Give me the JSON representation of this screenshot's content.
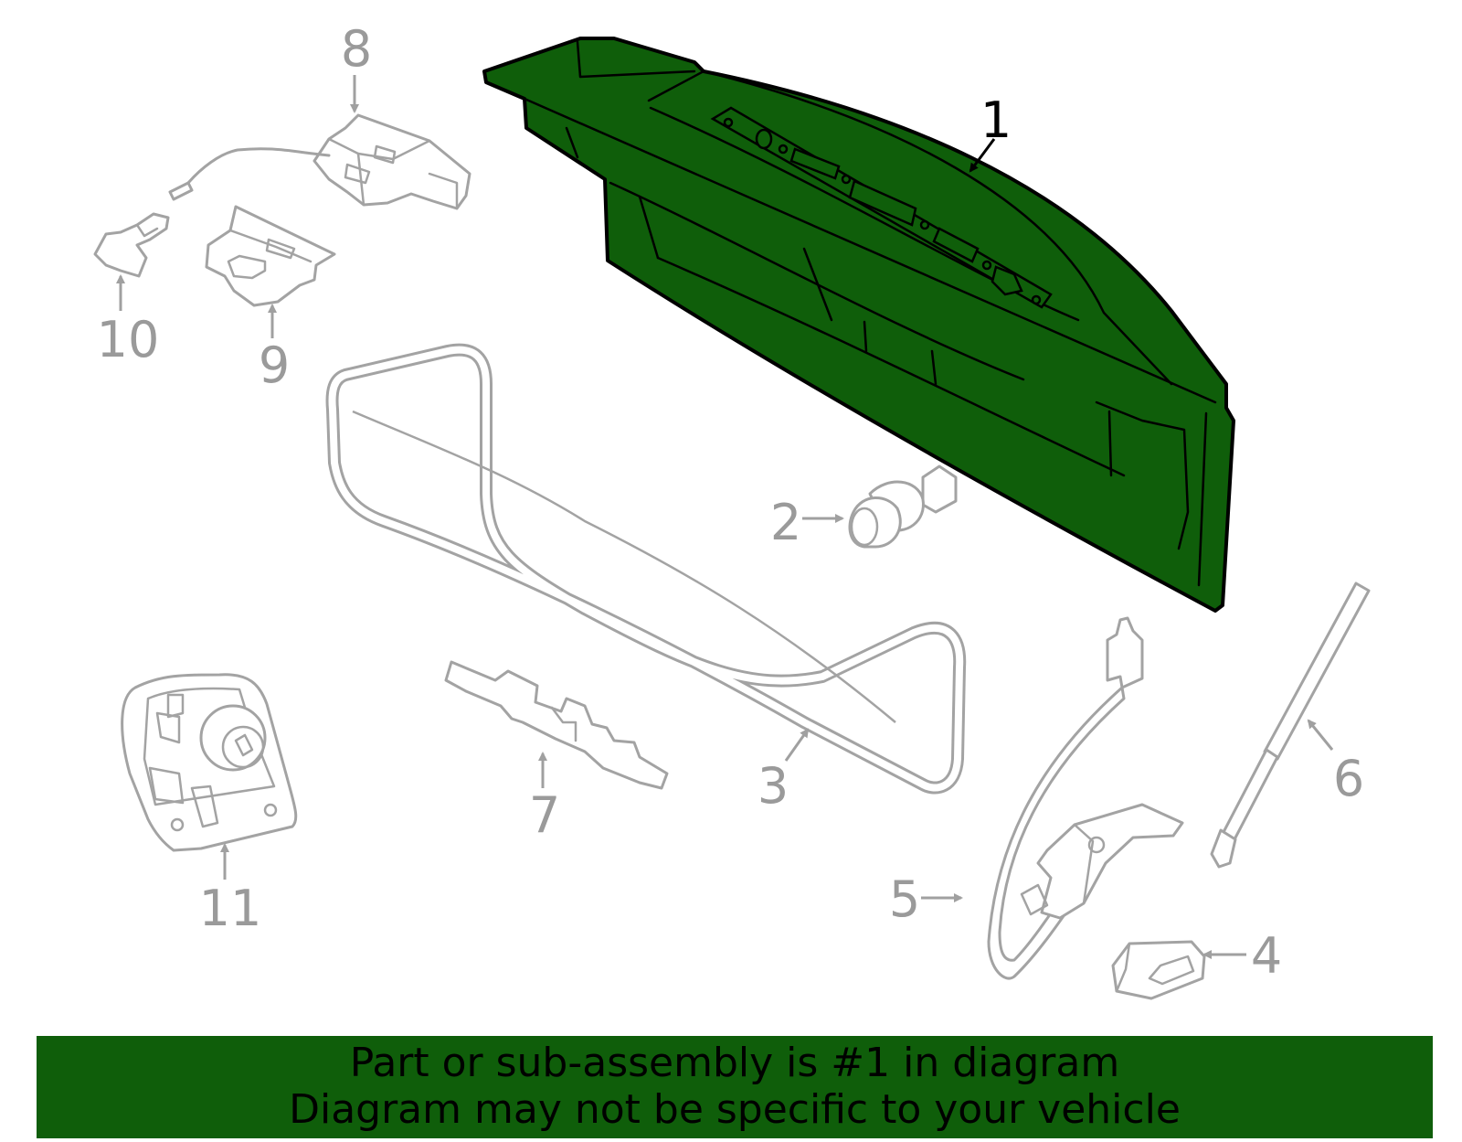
{
  "callouts": {
    "c1": "1",
    "c2": "2",
    "c3": "3",
    "c4": "4",
    "c5": "5",
    "c6": "6",
    "c7": "7",
    "c8": "8",
    "c9": "9",
    "c10": "10",
    "c11": "11"
  },
  "highlighted_part": "1",
  "colors": {
    "highlight": "#0f5e0a",
    "part_outline": "#a3a3a3",
    "banner_bg": "#0f5e0a"
  },
  "banner": {
    "line1": "Part or sub-assembly is #1 in diagram",
    "line2": "Diagram may not be specific to your vehicle"
  }
}
